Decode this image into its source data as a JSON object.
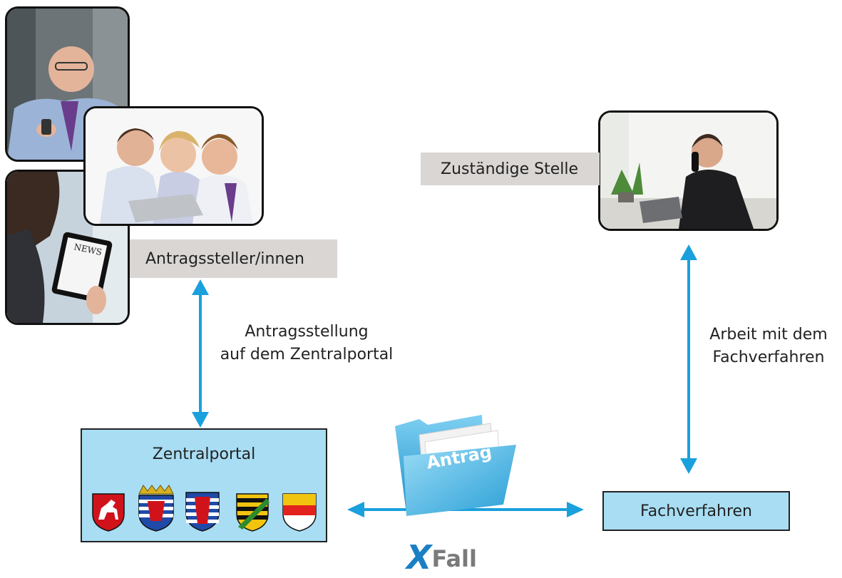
{
  "labels": {
    "applicants": "Antragssteller/innen",
    "authority": "Zuständige Stelle",
    "submission_line1": "Antragsstellung",
    "submission_line2": "auf dem Zentralportal",
    "work_line1": "Arbeit mit dem",
    "work_line2": "Fachverfahren",
    "portal": "Zentralportal",
    "procedure": "Fachverfahren",
    "folder": "Antrag",
    "logo_x": "X",
    "logo_rest": "Fall"
  },
  "colors": {
    "arrow": "#1aa0dc",
    "box_fill": "#a8ddf3",
    "label_gray": "#dad6d4"
  },
  "coats_of_arms": [
    "niedersachsen-crest-icon",
    "hessen-crowned-crest-icon",
    "hessen-crest-icon",
    "sachsen-crest-icon",
    "muenster-crest-icon"
  ]
}
